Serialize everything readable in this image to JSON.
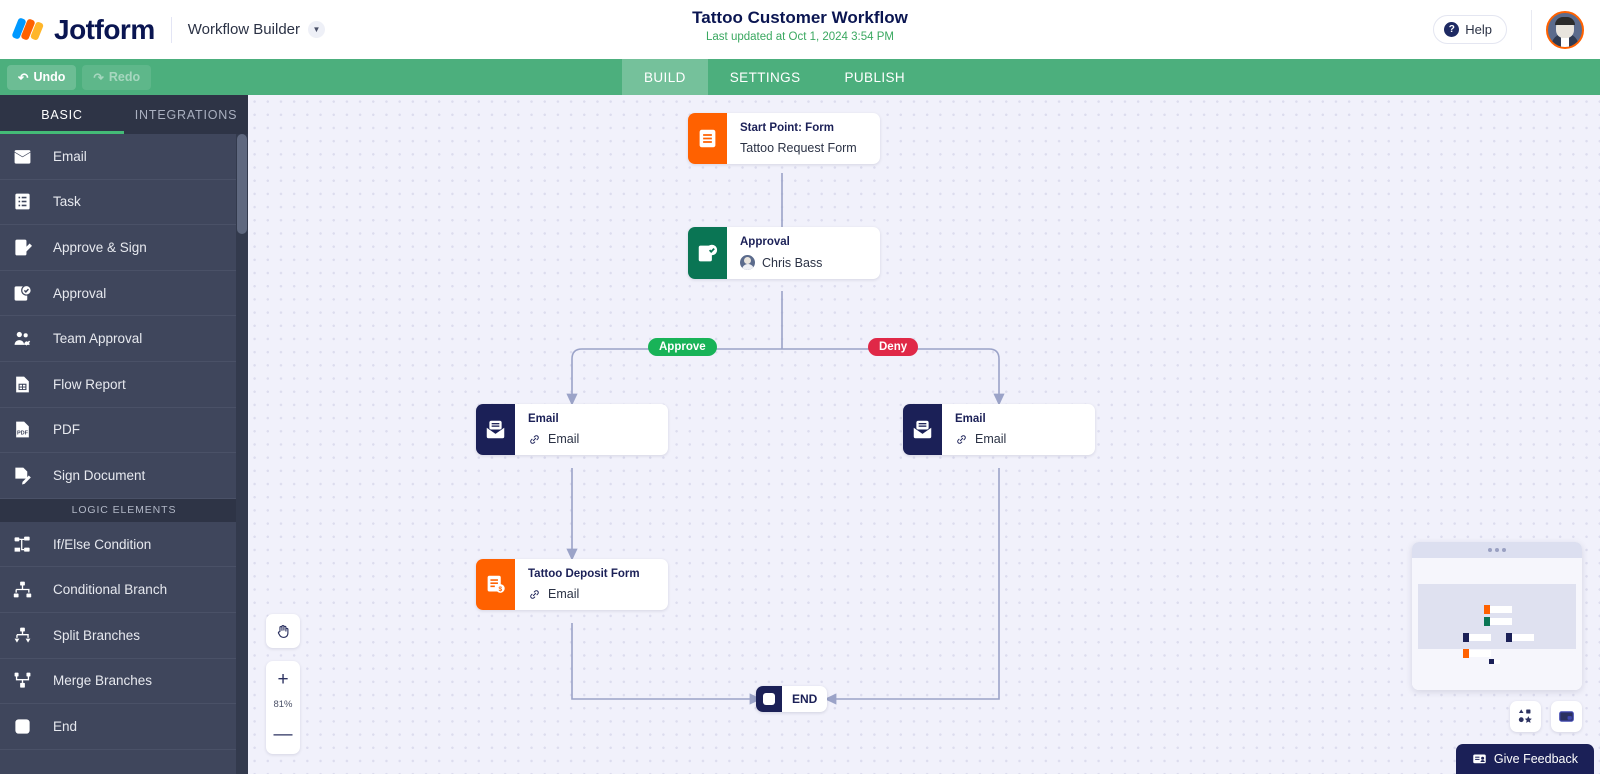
{
  "header": {
    "brand": "Jotform",
    "product": "Workflow Builder",
    "chevron_icon": "chevron-down-icon",
    "workflow_title": "Tattoo Customer Workflow",
    "last_updated": "Last updated at Oct 1, 2024 3:54 PM",
    "help_label": "Help",
    "help_icon": "question-circle-icon",
    "avatar_icon": "user-avatar"
  },
  "toolbar": {
    "undo_label": "Undo",
    "undo_icon": "undo-arrow-icon",
    "redo_label": "Redo",
    "redo_icon": "redo-arrow-icon",
    "tabs": [
      {
        "label": "BUILD",
        "active": true
      },
      {
        "label": "SETTINGS",
        "active": false
      },
      {
        "label": "PUBLISH",
        "active": false
      }
    ]
  },
  "sidebar": {
    "tabs": [
      {
        "label": "BASIC",
        "active": true
      },
      {
        "label": "INTEGRATIONS",
        "active": false
      }
    ],
    "items": [
      {
        "label": "Email",
        "icon": "envelope-icon"
      },
      {
        "label": "Task",
        "icon": "task-list-icon"
      },
      {
        "label": "Approve & Sign",
        "icon": "approve-sign-icon"
      },
      {
        "label": "Approval",
        "icon": "approval-check-icon"
      },
      {
        "label": "Team Approval",
        "icon": "team-approval-icon"
      },
      {
        "label": "Flow Report",
        "icon": "flow-report-icon"
      },
      {
        "label": "PDF",
        "icon": "pdf-icon"
      },
      {
        "label": "Sign Document",
        "icon": "sign-document-icon"
      }
    ],
    "section_label": "LOGIC ELEMENTS",
    "logic_items": [
      {
        "label": "If/Else Condition",
        "icon": "if-else-icon"
      },
      {
        "label": "Conditional Branch",
        "icon": "conditional-branch-icon"
      },
      {
        "label": "Split Branches",
        "icon": "split-branches-icon"
      },
      {
        "label": "Merge Branches",
        "icon": "merge-branches-icon"
      },
      {
        "label": "End",
        "icon": "end-square-icon"
      }
    ]
  },
  "canvas": {
    "nodes": [
      {
        "id": "start",
        "title": "Start Point: Form",
        "subtitle": "Tattoo Request Form",
        "icon": "form-document-icon",
        "color": "#ff6100"
      },
      {
        "id": "approval",
        "title": "Approval",
        "subtitle": "Chris Bass",
        "icon": "approval-check-icon",
        "color": "#0a7554"
      },
      {
        "id": "email-l",
        "title": "Email",
        "subtitle": "Email",
        "icon": "envelope-icon",
        "color": "#1b2057"
      },
      {
        "id": "email-r",
        "title": "Email",
        "subtitle": "Email",
        "icon": "envelope-icon",
        "color": "#1b2057"
      },
      {
        "id": "deposit",
        "title": "Tattoo Deposit Form",
        "subtitle": "Email",
        "icon": "payment-form-icon",
        "color": "#ff6100"
      }
    ],
    "branch_labels": [
      {
        "label": "Approve",
        "color": "#18b358"
      },
      {
        "label": "Deny",
        "color": "#e02847"
      }
    ],
    "end_node": {
      "label": "END",
      "icon": "end-square-icon"
    },
    "zoom": {
      "hand_icon": "hand-pan-icon",
      "zoom_in": "+",
      "level": "81%",
      "zoom_out": "—"
    },
    "bottom_buttons": [
      {
        "icon": "elements-shapes-icon"
      },
      {
        "icon": "minimap-toggle-icon"
      }
    ],
    "feedback_label": "Give Feedback",
    "feedback_icon": "feedback-card-icon"
  }
}
